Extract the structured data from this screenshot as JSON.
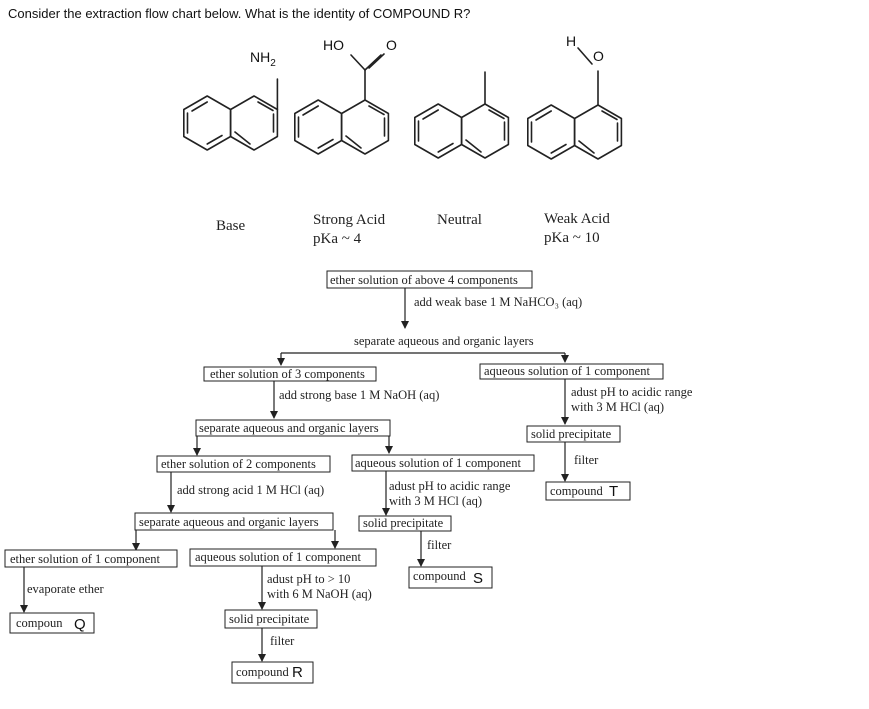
{
  "question": "Consider the extraction flow chart below.   What is the identity of COMPOUND R?",
  "molecules": {
    "base": {
      "group": "NH",
      "group_sub": "2",
      "class": "Base"
    },
    "strong_acid": {
      "group_ho": "HO",
      "group_o": "O",
      "class": "Strong Acid",
      "pka": "pKa ~ 4"
    },
    "neutral": {
      "class": "Neutral"
    },
    "weak_acid": {
      "group_h": "H",
      "group_o": "O",
      "class": "Weak Acid",
      "pka": "pKa ~ 10"
    }
  },
  "flow": {
    "start": "ether solution of above 4 components",
    "step1": "add weak base 1 M NaHCO₃ (aq)",
    "sep1": "separate aqueous and organic layers",
    "ether3": "ether solution of 3 components",
    "aq1a": "aqueous solution of 1 component",
    "step2": "add strong base 1 M NaOH (aq)",
    "sep2": "separate aqueous and organic layers",
    "ether2": "ether solution of 2 components",
    "aq1b": "aqueous solution of 1 component",
    "step3": "add strong acid 1 M HCl (aq)",
    "sep3": "separate aqueous and organic layers",
    "ether1": "ether solution of 1 component",
    "aq1c": "aqueous solution of 1 component",
    "evaporate": "evaporate ether",
    "compound_q_prefix": "compoun",
    "compound_q_letter": "Q",
    "adjust_t_line1": "adust pH to acidic range",
    "adjust_t_line2": "with 3 M HCl (aq)",
    "solid_t": "solid precipitate",
    "filter_t": "filter",
    "compound_t_prefix": "compound",
    "compound_t_letter": "T",
    "adjust_s_line1": "adust pH to acidic range",
    "adjust_s_line2": "with 3 M HCl (aq)",
    "solid_s": "solid precipitate",
    "filter_s": "filter",
    "compound_s_prefix": "compound",
    "compound_s_letter": "S",
    "adjust_r_line1": "adust pH to > 10",
    "adjust_r_line2": "with 6 M NaOH (aq)",
    "solid_r": "solid precipitate",
    "filter_r": "filter",
    "compound_r_prefix": "compound",
    "compound_r_letter": "R"
  }
}
